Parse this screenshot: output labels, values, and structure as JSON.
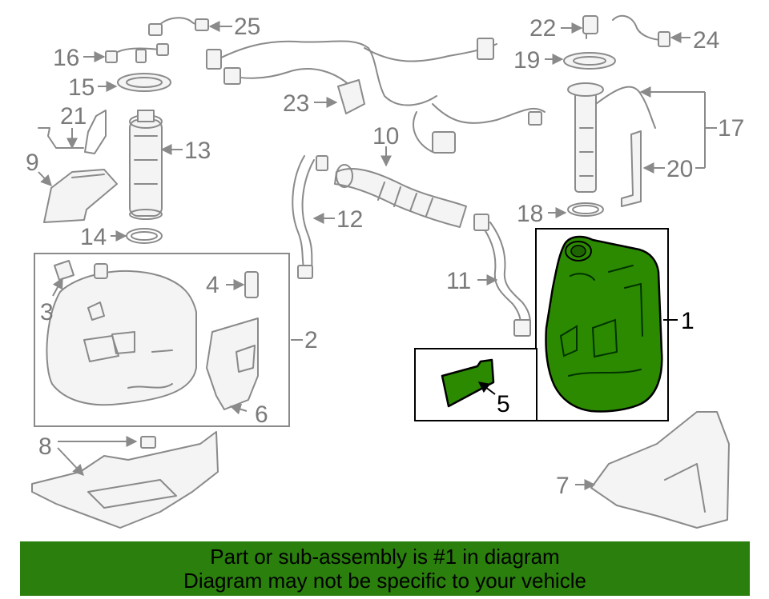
{
  "colors": {
    "highlight_fill": "#2c8a00",
    "banner_bg": "#2a7f0d",
    "line_gray": "#8a8a8a",
    "callout_gray": "#7a7a7a"
  },
  "callouts": {
    "c1": "1",
    "c2": "2",
    "c3": "3",
    "c4": "4",
    "c5": "5",
    "c6": "6",
    "c7": "7",
    "c8": "8",
    "c9": "9",
    "c10": "10",
    "c11": "11",
    "c12": "12",
    "c13": "13",
    "c14": "14",
    "c15": "15",
    "c16": "16",
    "c17": "17",
    "c18": "18",
    "c19": "19",
    "c20": "20",
    "c21": "21",
    "c22": "22",
    "c23": "23",
    "c24": "24",
    "c25": "25"
  },
  "banner": {
    "line1": "Part or sub-assembly is #1 in diagram",
    "line2": "Diagram may not be specific to your vehicle"
  }
}
